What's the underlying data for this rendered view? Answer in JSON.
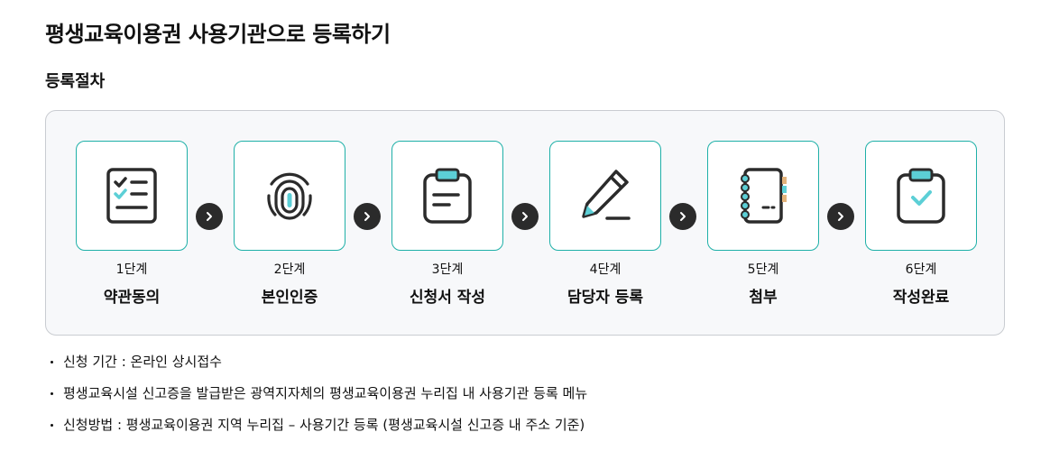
{
  "page": {
    "title": "평생교육이용권 사용기관으로 등록하기",
    "section_title": "등록절차"
  },
  "steps": [
    {
      "num": "1단계",
      "name": "약관동의",
      "icon": "checklist-icon"
    },
    {
      "num": "2단계",
      "name": "본인인증",
      "icon": "fingerprint-icon"
    },
    {
      "num": "3단계",
      "name": "신청서 작성",
      "icon": "clipboard-form-icon"
    },
    {
      "num": "4단계",
      "name": "담당자 등록",
      "icon": "pencil-icon"
    },
    {
      "num": "5단계",
      "name": "첨부",
      "icon": "notebook-icon"
    },
    {
      "num": "6단계",
      "name": "작성완료",
      "icon": "clipboard-check-icon"
    }
  ],
  "notes": [
    "신청 기간 : 온라인 상시접수",
    "평생교육시설 신고증을 발급받은 광역지자체의 평생교육이용권 누리집 내 사용기관 등록 메뉴",
    "신청방법 : 평생교육이용권 지역 누리집 – 사용기간 등록 (평생교육시설 신고증 내 주소 기준)"
  ],
  "colors": {
    "accent_border": "#1fb0a8",
    "icon_accent": "#5ccfd6",
    "icon_stroke": "#2b2b2b",
    "panel_bg": "#f7f8fa",
    "arrow_bg": "#2b2b2b"
  }
}
